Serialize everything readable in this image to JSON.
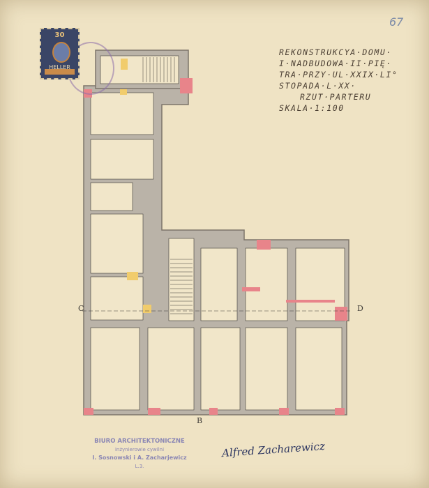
{
  "title_block": {
    "lines": [
      "REKONSTRUKCYA·DOMU·",
      "I·NADBUDOWA·II·PIĘ·",
      "TRA·PRZY·UL·XXIX·LI°",
      "STOPADA·L·XX·",
      "RZUT·PARTERU",
      "SKALA·1:100"
    ]
  },
  "folio_number": "67",
  "revenue_stamp": {
    "value": "30",
    "label": "HELLER"
  },
  "office_stamp": {
    "lines": [
      "BIURO ARCHITEKTONICZNE",
      "inżynierowie cywilni",
      "I. Sosnowski i A. Zacharjewicz",
      "L.3."
    ]
  },
  "signature": "Alfred Zacharewicz",
  "plan": {
    "markers": [
      "C",
      "D",
      "B"
    ],
    "colors": {
      "wall": "#bab3a8",
      "wall_edge": "#7d746a",
      "red_wall": "#e8848a",
      "yellow_wall": "#f1cc6c",
      "room": "#f1e6c9",
      "ink": "#3d3a36"
    }
  }
}
